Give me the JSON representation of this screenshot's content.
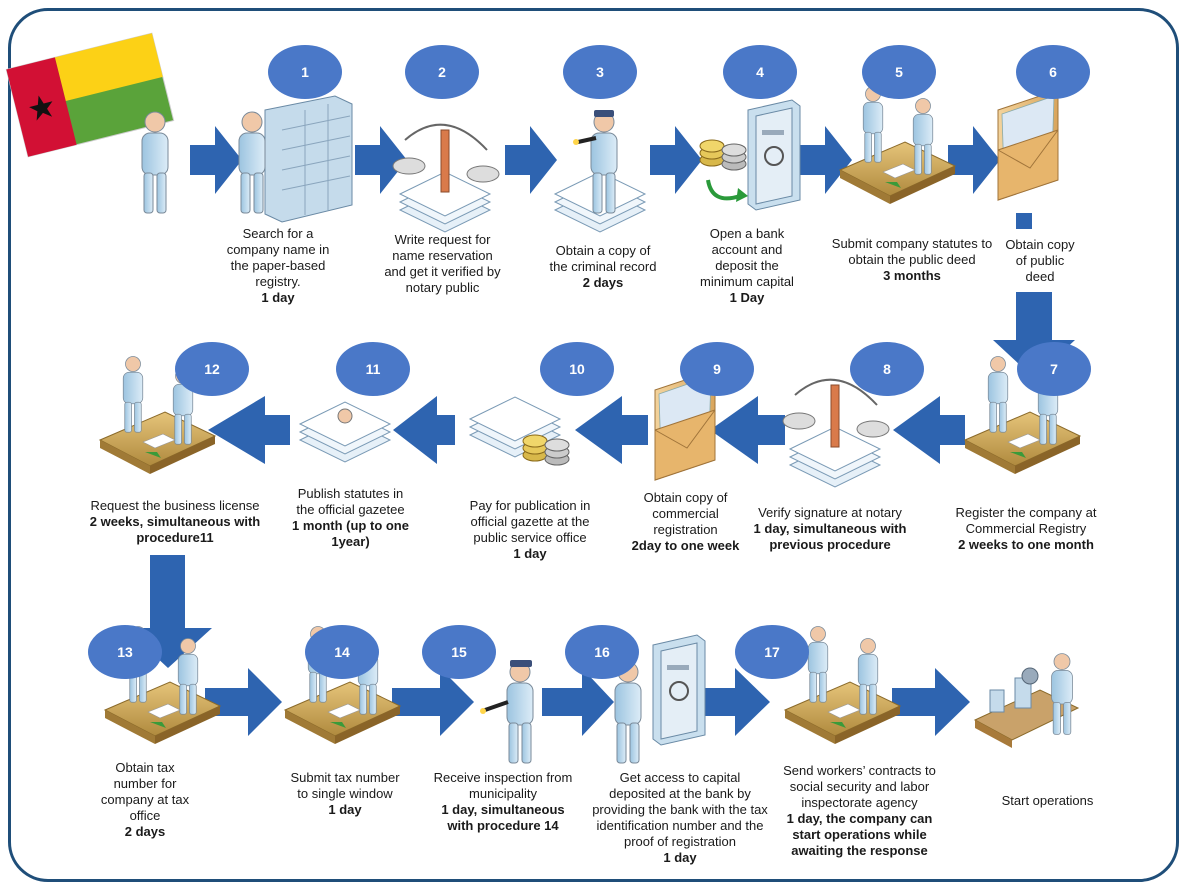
{
  "colors": {
    "border": "#1f4e79",
    "arrow": "#2e64b0",
    "badge": "#4a78c8",
    "flag_red": "#d21034",
    "flag_yellow": "#fcd116",
    "flag_green": "#5aa33a",
    "person": "#b8d6ea",
    "desk": "#c8a15a"
  },
  "steps": [
    {
      "num": "1",
      "text": "Search for a company name in the paper-based registry.",
      "duration": "1 day"
    },
    {
      "num": "2",
      "text": "Write request for name reservation and get it verified by notary public",
      "duration": ""
    },
    {
      "num": "3",
      "text": "Obtain a copy of the criminal record",
      "duration": "2 days"
    },
    {
      "num": "4",
      "text": "Open a bank account and deposit the minimum capital",
      "duration": "1 Day"
    },
    {
      "num": "5",
      "text": "Submit company statutes to obtain the public deed",
      "duration": "3 months"
    },
    {
      "num": "6",
      "text": "Obtain copy of public deed",
      "duration": ""
    },
    {
      "num": "7",
      "text": "Register the company at Commercial Registry",
      "duration": "2 weeks to one month"
    },
    {
      "num": "8",
      "text": "Verify signature at notary",
      "duration": "1 day, simultaneous with previous procedure"
    },
    {
      "num": "9",
      "text": "Obtain copy of commercial registration",
      "duration": "2day to one week"
    },
    {
      "num": "10",
      "text": "Pay for publication in official gazette at the public service office",
      "duration": "1 day"
    },
    {
      "num": "11",
      "text": "Publish statutes in the official gazetee",
      "duration": "1 month (up to one 1year)"
    },
    {
      "num": "12",
      "text": "Request the business license",
      "duration": "2 weeks, simultaneous with procedure11"
    },
    {
      "num": "13",
      "text": "Obtain tax number for company at tax office",
      "duration": "2 days"
    },
    {
      "num": "14",
      "text": "Submit tax number to single window",
      "duration": "1 day"
    },
    {
      "num": "15",
      "text": "Receive inspection from municipality",
      "duration": "1 day, simultaneous with procedure 14"
    },
    {
      "num": "16",
      "text": "Get access to capital deposited at the bank by providing the bank with the tax identification number and the proof of registration",
      "duration": "1 day"
    },
    {
      "num": "17",
      "text": "Send workers’ contracts to social security and labor inspectorate agency",
      "duration": "1 day, the company can start operations while awaiting the response"
    }
  ],
  "final_step": {
    "text": "Start operations"
  },
  "icons": [
    "person-icon",
    "archive-cabinet-icon",
    "scales-icon",
    "officer-icon",
    "coins-vault-icon",
    "meeting-desk-icon",
    "envelope-icon",
    "factory-icon"
  ]
}
